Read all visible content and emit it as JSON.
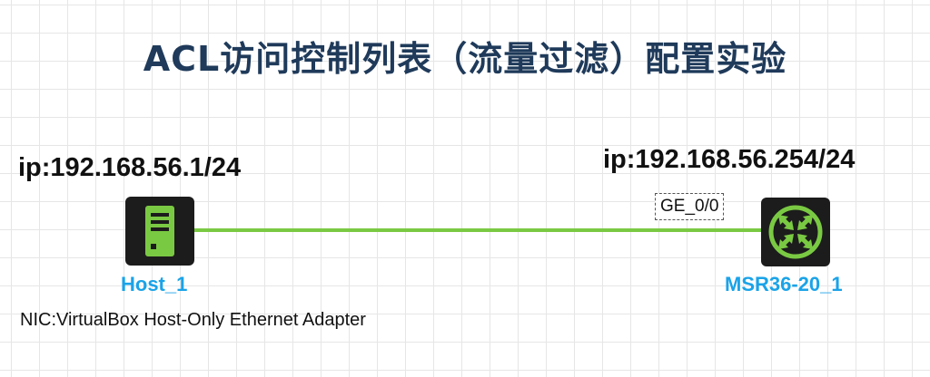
{
  "title": "ACL访问控制列表（流量过滤）配置实验",
  "host": {
    "ip": "ip:192.168.56.1/24",
    "name": "Host_1",
    "nic": "NIC:VirtualBox Host-Only Ethernet Adapter",
    "icon": "server-icon"
  },
  "router": {
    "ip": "ip:192.168.56.254/24",
    "name": "MSR36-20_1",
    "icon": "router-icon"
  },
  "link": {
    "port": "GE_0/0",
    "color": "#7ac943"
  },
  "colors": {
    "title": "#1f3a5a",
    "device_name": "#1aa3e8",
    "device_icon": "#7ac943",
    "device_body": "#1c1c1c"
  }
}
